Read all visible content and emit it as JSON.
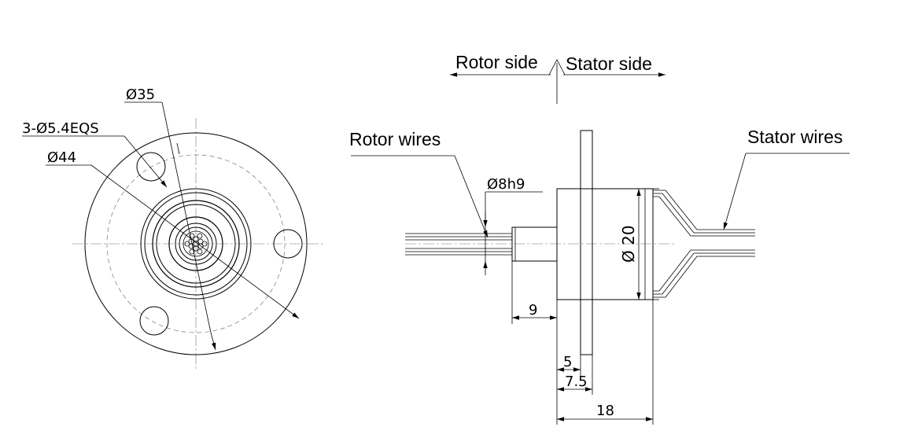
{
  "direction": {
    "rotor_side": "Rotor side",
    "stator_side": "Stator side"
  },
  "front_view": {
    "bolt_holes": "3-Ø5.4EQS",
    "inner_dia": "Ø35",
    "outer_dia": "Ø44"
  },
  "side_view": {
    "rotor_wires": "Rotor wires",
    "stator_wires": "Stator wires",
    "shaft_dia": "Ø8h9",
    "body_dia": "Ø 20",
    "shaft_length": "9",
    "flange_thickness": "5",
    "flange_position": "7.5",
    "body_length": "18"
  }
}
